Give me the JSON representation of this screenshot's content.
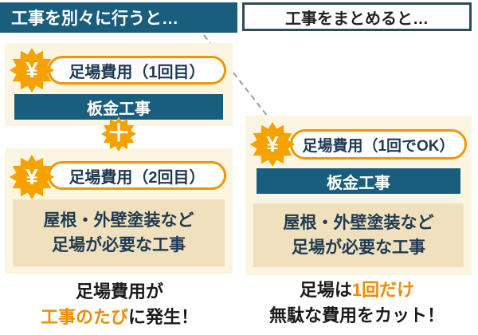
{
  "colors": {
    "teal": "#1A5E7E",
    "orange_burst": "#F5A100",
    "orange_border": "#F29600",
    "orange_text": "#EF8C00",
    "cream_bg": "#FCF5E2",
    "tan_bg": "#F0E0BD",
    "navy_text": "#1E3A52",
    "header_border": "#2E4B57",
    "dash_line": "#9B9B9B"
  },
  "left": {
    "header": "工事を別々に行うと…",
    "block1": {
      "yen": "¥",
      "badge": "足場費用（1回目）",
      "bar": "板金工事"
    },
    "plus": "＋",
    "block2": {
      "yen": "¥",
      "badge": "足場費用（2回目）",
      "note_line1": "屋根・外壁塗装など",
      "note_line2": "足場が必要な工事"
    },
    "caption": {
      "line1": "足場費用が",
      "line2_orange": "工事のたび",
      "line2_rest": "に発生！"
    }
  },
  "right": {
    "header": "工事をまとめると…",
    "block": {
      "yen": "¥",
      "badge": "足場費用（1回でOK）",
      "bar": "板金工事",
      "note_line1": "屋根・外壁塗装など",
      "note_line2": "足場が必要な工事"
    },
    "caption": {
      "line1_pre": "足場は",
      "line1_orange": "1回だけ",
      "line2": "無駄な費用をカット！"
    }
  }
}
